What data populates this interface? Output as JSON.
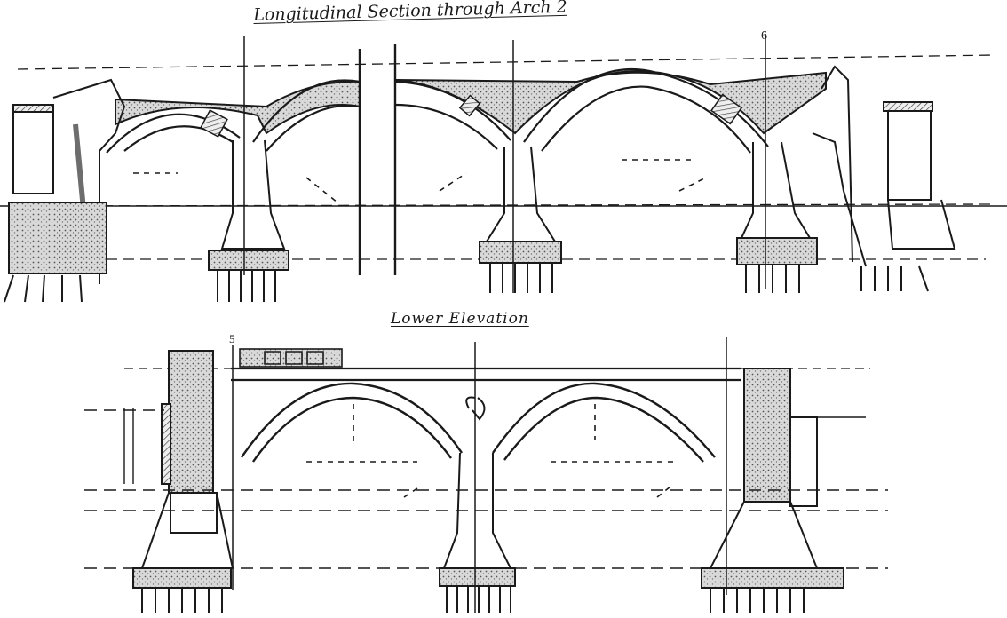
{
  "drawing": {
    "top_title": "Longitudinal Section through Arch 2",
    "bottom_title": "Lower Elevation",
    "section_marks": [
      {
        "label": "5"
      },
      {
        "label": "6"
      }
    ]
  },
  "colors": {
    "paper": "#ffffff",
    "ink": "#1a1a1a",
    "stone_fill": "#c9c9c9",
    "dark_fill": "#7a7a7a"
  }
}
